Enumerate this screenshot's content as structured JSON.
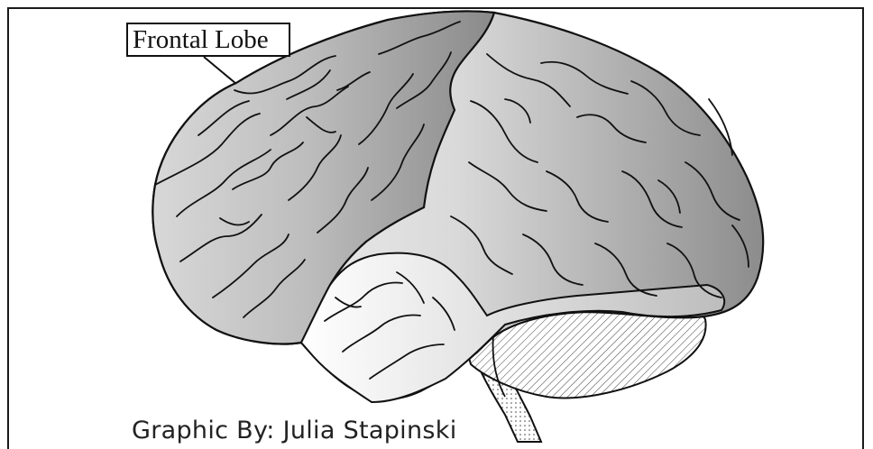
{
  "diagram": {
    "label": "Frontal Lobe",
    "credit": "Graphic By: Julia Stapinski"
  },
  "colors": {
    "frontal_lobe": "#8f8f8f",
    "brain_light": "#e8e8e8",
    "outline": "#111111"
  },
  "icons": [
    "brain-illustration",
    "cerebellum-hatch",
    "brainstem-dots"
  ]
}
